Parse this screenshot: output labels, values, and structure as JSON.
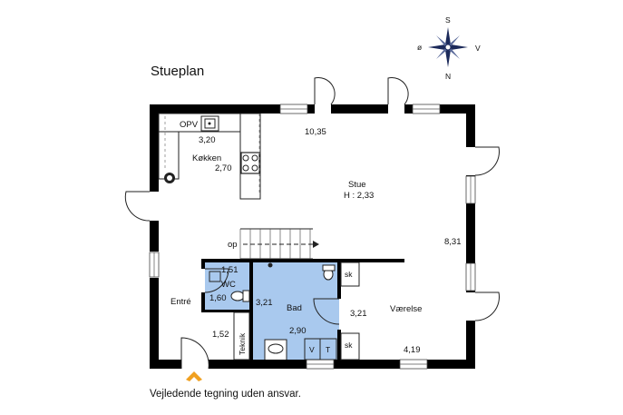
{
  "title": "Stueplan",
  "caption": "Vejledende tegning uden ansvar.",
  "compass": {
    "north": "N",
    "south": "S",
    "east": "V",
    "west": "ø"
  },
  "rooms": {
    "opv": "OPV",
    "kitchen": "Køkken",
    "kitchen_width": "3,20",
    "kitchen_depth": "2,70",
    "top_length": "10,35",
    "living": "Stue",
    "ceiling": "H : 2,33",
    "right_depth": "8,31",
    "stairs": "op",
    "wc": "WC",
    "wc_width": "1,51",
    "wc_depth": "1,60",
    "entry": "Entré",
    "entry_width": "1,52",
    "technical": "Teknik",
    "bath": "Bad",
    "bath_depth": "3,21",
    "bath_width": "2,90",
    "washer": "V",
    "dryer": "T",
    "closet_top": "sk",
    "closet_bottom": "sk",
    "bedroom_depth": "3,21",
    "bedroom": "Værelse",
    "bedroom_width": "4,19"
  },
  "colors": {
    "wet_room": "#a9c9ee",
    "entrance_marker": "#f0a020",
    "wall": "#000000"
  }
}
